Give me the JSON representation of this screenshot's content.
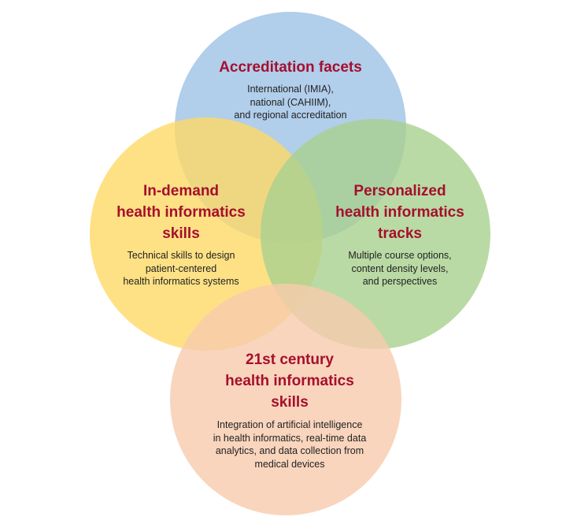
{
  "colors": {
    "top_circle": "#9ec2e6",
    "left_circle": "#ffd966",
    "right_circle": "#a9d18e",
    "bottom_circle": "#f8cbad",
    "title_text": "#a50f2d",
    "description_text": "#222222"
  },
  "circles": {
    "top": {
      "title": "Accreditation facets",
      "description": "International (IMIA),\nnational (CAHIIM),\nand regional accreditation"
    },
    "left": {
      "title": "In-demand\nhealth informatics\nskills",
      "description": "Technical skills to design\npatient-centered\nhealth informatics systems"
    },
    "right": {
      "title": "Personalized\nhealth informatics\ntracks",
      "description": "Multiple course options,\ncontent density levels,\nand perspectives"
    },
    "bottom": {
      "title": "21st century\nhealth informatics\nskills",
      "description": "Integration of artificial intelligence\nin health informatics, real-time data\nanalytics, and data collection from\nmedical devices"
    }
  }
}
